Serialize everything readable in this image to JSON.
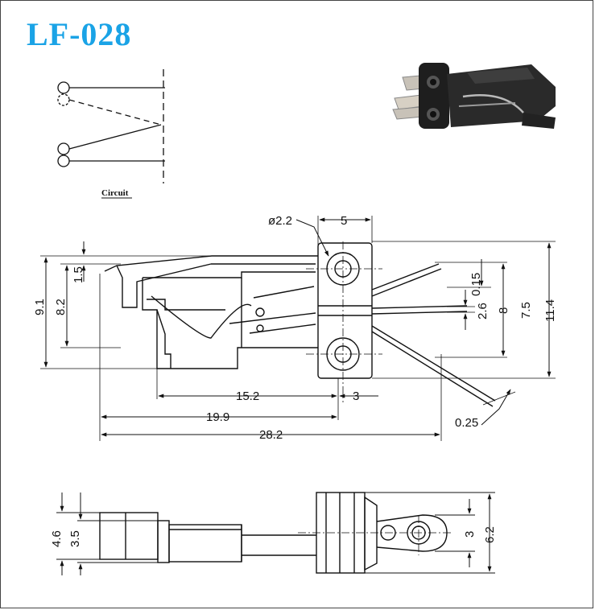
{
  "title": "LF-028",
  "circuit_caption": "Circuit",
  "dimensions": {
    "hole_diameter": "ø2.2",
    "hole_span": "5",
    "top_offset": "1.5",
    "height_overall": "9.1",
    "height_body": "8.2",
    "terminal_gap": "0.15",
    "terminal_pitch": "2.6",
    "terminal_span": "8",
    "mount_height": "7.5",
    "total_height": "11.4",
    "len_to_hole": "15.2",
    "hole_offset": "3",
    "len_lever": "19.9",
    "terminal_thickness": "0.25",
    "total_length": "28.2",
    "side_width": "4.6",
    "side_inner": "3.5",
    "side_boss": "3",
    "side_total": "6.2"
  },
  "colors": {
    "title": "#1aa3e6",
    "line": "#111111"
  }
}
